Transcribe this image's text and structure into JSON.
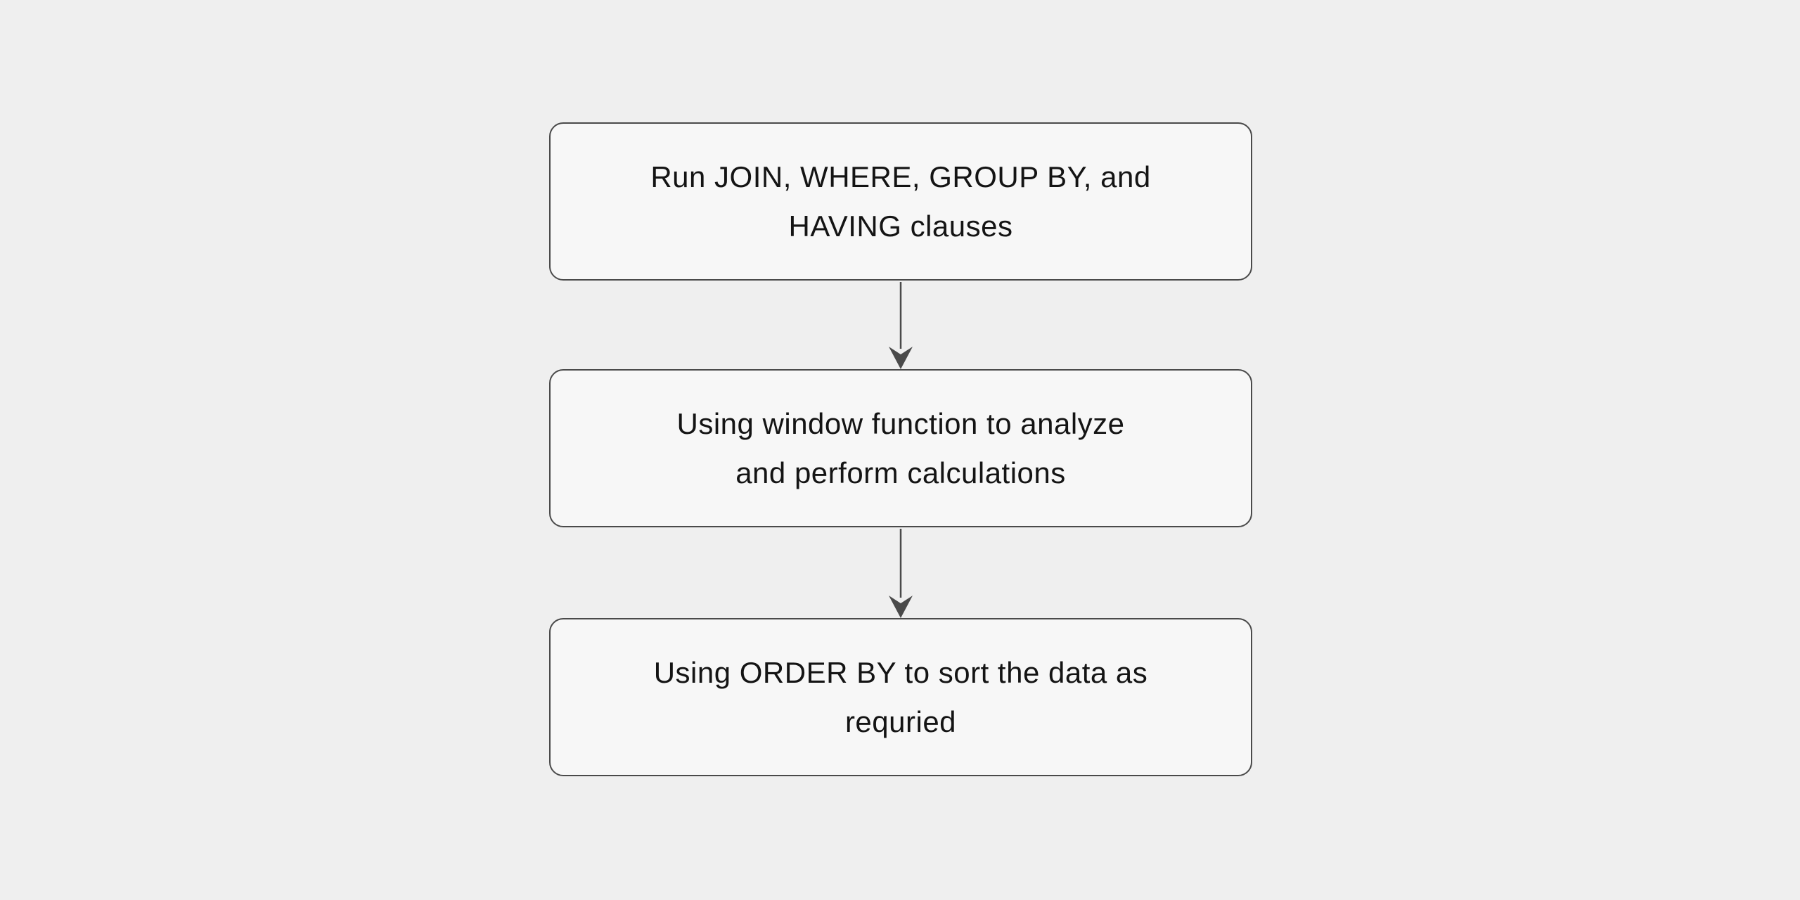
{
  "page": {
    "background_color": "#efefef"
  },
  "diagram": {
    "type": "flowchart",
    "direction": "top-down",
    "node_fill_color": "#f7f7f7",
    "node_border_color": "#4a4a4a",
    "node_text_color": "#141414",
    "arrow_color": "#4a4a4a",
    "nodes": [
      {
        "id": "step-1",
        "label": "Run JOIN, WHERE, GROUP BY, and\nHAVING clauses"
      },
      {
        "id": "step-2",
        "label": "Using window function to analyze\nand perform calculations"
      },
      {
        "id": "step-3",
        "label": "Using ORDER BY to sort the data as\nrequried"
      }
    ],
    "connectors": [
      {
        "from": "step-1",
        "to": "step-2",
        "style": "straight-down-v-arrowhead"
      },
      {
        "from": "step-2",
        "to": "step-3",
        "style": "straight-down-v-arrowhead"
      }
    ]
  }
}
